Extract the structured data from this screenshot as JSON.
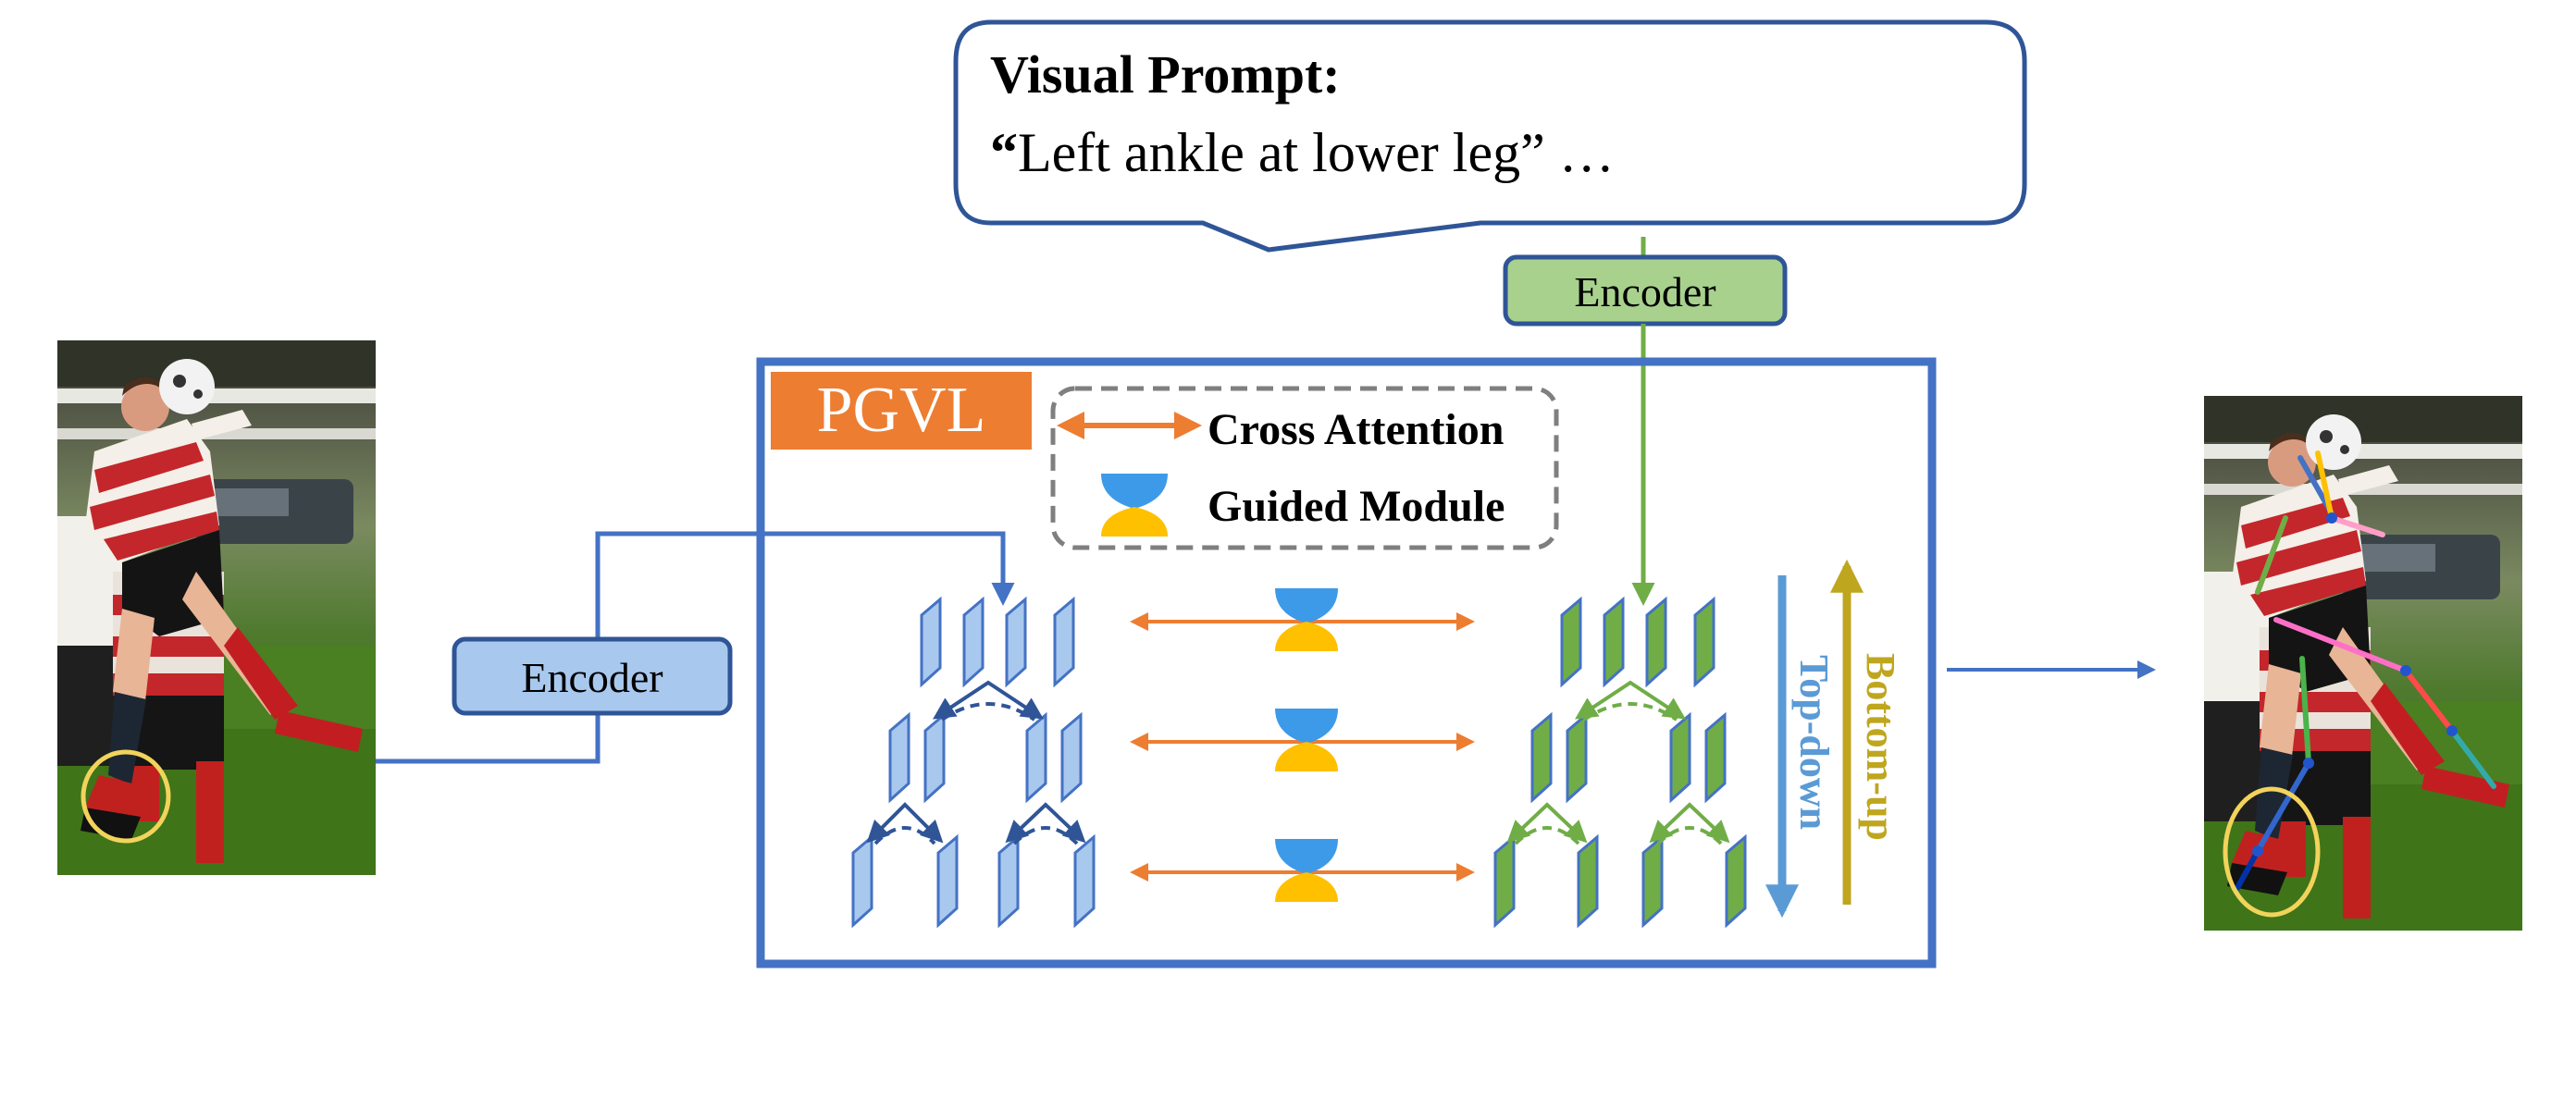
{
  "prompt": {
    "title": "Visual Prompt:",
    "open_quote": "“",
    "text": "Left ankle at lower leg” …"
  },
  "encoder_image": {
    "label": "Encoder"
  },
  "encoder_text": {
    "label": "Encoder"
  },
  "pgvl": {
    "badge": "PGVL",
    "legend": {
      "cross_attention": "Cross Attention",
      "guided_module": "Guided Module"
    },
    "top_down": "Top-down",
    "bottom_up": "Bottom-up"
  },
  "colors": {
    "blue_dark": "#4472c4",
    "navy": "#2f5597",
    "light_blue": "#a9c8ee",
    "green": "#70ad47",
    "light_green": "#a9d18e",
    "orange": "#ed7d31",
    "gold": "#ffc000",
    "olive": "#bfa61f",
    "sky": "#5b9bd5",
    "guide_blue": "#3d9ae8",
    "ellipse": "#f2d35b"
  },
  "icons": [
    "soccer-photo-input",
    "soccer-photo-output",
    "cross-attention-arrow-icon",
    "guided-module-icon"
  ]
}
